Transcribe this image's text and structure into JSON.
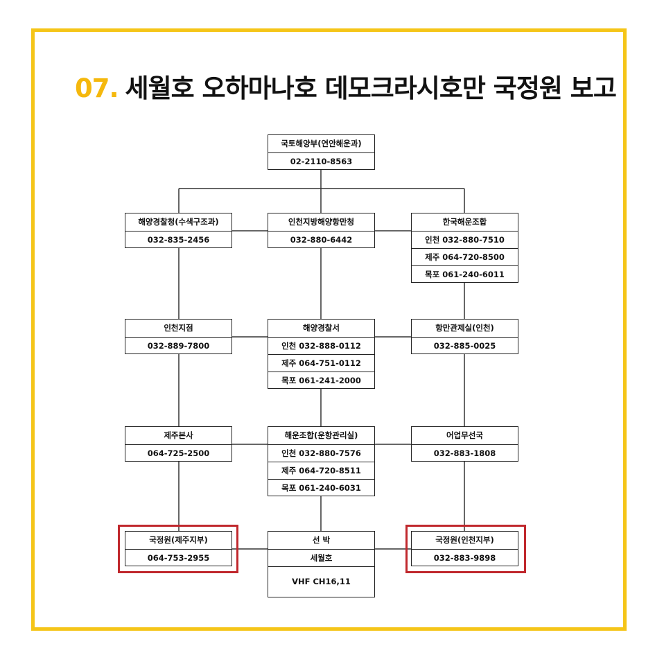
{
  "title": {
    "number": "07.",
    "text": "세월호 오하마나호 데모크라시호만 국정원 보고"
  },
  "colors": {
    "frame": "#f5c518",
    "title_number": "#f5b80d",
    "highlight": "#c0282d"
  },
  "nodes": {
    "moltm": {
      "name": "국토해양부(연안해운과)",
      "lines": [
        "02-2110-8563"
      ]
    },
    "coastguard_search": {
      "name": "해양경찰청(수색구조과)",
      "lines": [
        "032-835-2456"
      ]
    },
    "incheon_port": {
      "name": "인천지방해양항만청",
      "lines": [
        "032-880-6442"
      ]
    },
    "korea_shipping": {
      "name": "한국해운조합",
      "lines": [
        "인천 032-880-7510",
        "제주 064-720-8500",
        "목포 061-240-6011"
      ]
    },
    "incheon_branch": {
      "name": "인천지점",
      "lines": [
        "032-889-7800"
      ]
    },
    "coastguard_station": {
      "name": "해양경찰서",
      "lines": [
        "인천 032-888-0112",
        "제주 064-751-0112",
        "목포 061-241-2000"
      ]
    },
    "port_control": {
      "name": "항만관제실(인천)",
      "lines": [
        "032-885-0025"
      ]
    },
    "jeju_hq": {
      "name": "제주본사",
      "lines": [
        "064-725-2500"
      ]
    },
    "shipping_ops": {
      "name": "해운조합(운항관리실)",
      "lines": [
        "인천 032-880-7576",
        "제주 064-720-8511",
        "목포 061-240-6031"
      ]
    },
    "fishery_radio": {
      "name": "어업무선국",
      "lines": [
        "032-883-1808"
      ]
    },
    "nis_jeju": {
      "name": "국정원(제주지부)",
      "lines": [
        "064-753-2955"
      ]
    },
    "vessel": {
      "name": "선 박",
      "lines": [
        "세월호",
        "VHF CH16,11"
      ]
    },
    "nis_incheon": {
      "name": "국정원(인천지부)",
      "lines": [
        "032-883-9898"
      ]
    }
  }
}
